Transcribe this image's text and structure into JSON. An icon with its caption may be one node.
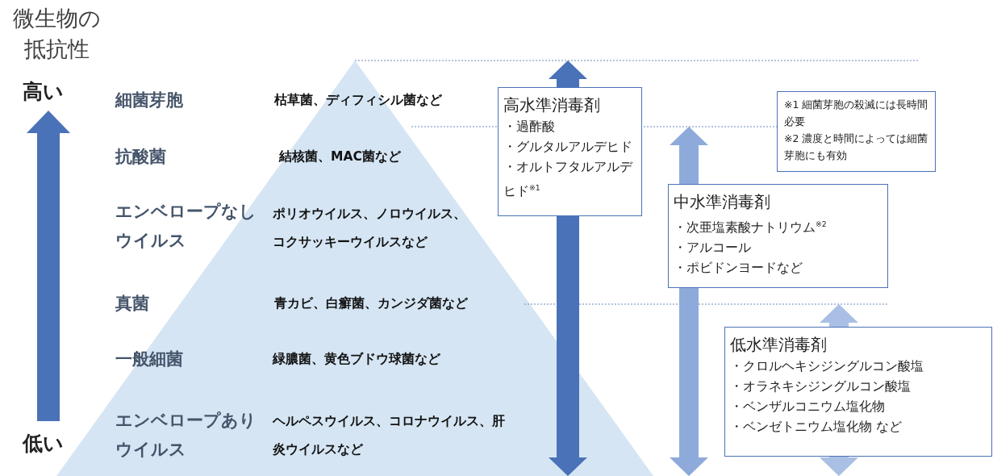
{
  "diagram": {
    "nodes": [
      {
        "text": [
          "高水準消毒剤",
          "・過酢酸",
          "・グルタルアルデヒド",
          "・オルトフタルアルデヒド$^{※1}$"
        ]
      },
      {
        "text": [
          "※1 細菌芽胞の殺滅には長時間必要",
          "※2 濃度と時間によっては細菌芽胞にも有効"
        ]
      },
      {
        "text": [
          "中水準消毒剤",
          "・次亜塩素酸ナトリウム$^{※2}$",
          "・アルコール",
          "・ポビドンヨードなど"
        ]
      },
      {
        "text": [
          "低水準消毒剤",
          "・クロルヘキシジングルコン酸塩",
          "・オラネキシジングルコン酸塩",
          "・ベンザルコニウム塩化物",
          "・ベンゼトニウム塩化物 など"
        ]
      }
    ],
    "labels": [
      "微生物の抵抗性",
      "高い",
      "細菌芽胞",
      "枯草菌、ディフィシル菌など",
      "抗酸菌",
      "結核菌、MAC菌など",
      "エンベロープなしウイルス",
      "ポリオウイルス、ノロウイルス、コクサッキーウイルスなど",
      "真菌",
      "青カビ、白癬菌、カンジダ菌など",
      "一般細菌",
      "緑膿菌、黄色ブドウ球菌など",
      "エンベロープありウイルス",
      "ヘルペスウイルス、コロナウイルス、肝炎ウイルスなど",
      "低い"
    ]
  }
}
